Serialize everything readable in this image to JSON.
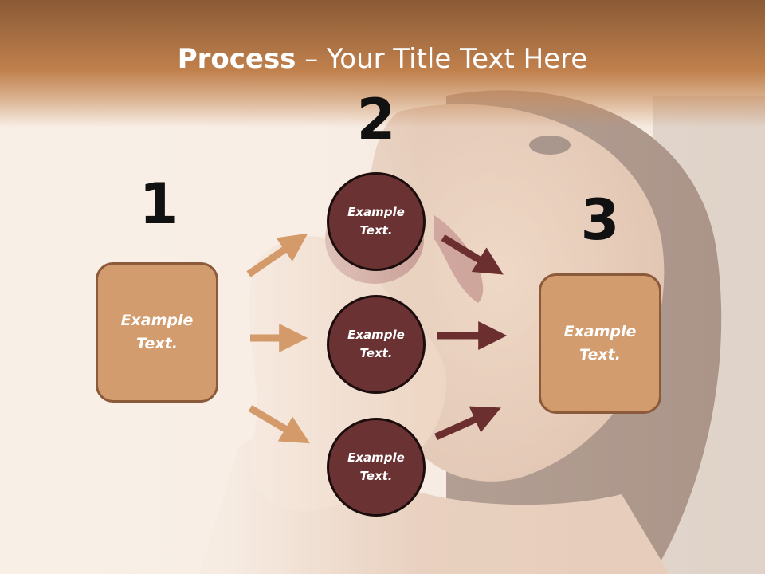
{
  "title": {
    "bold": "Process",
    "rest": " – Your Title Text Here"
  },
  "steps": [
    {
      "number": "1",
      "text": "Example\nText."
    },
    {
      "number": "2",
      "items": [
        "Example\nText.",
        "Example\nText.",
        "Example\nText."
      ]
    },
    {
      "number": "3",
      "text": "Example\nText."
    }
  ],
  "colors": {
    "box_fill": "#d39c6e",
    "box_border": "#8b5a3a",
    "circle_fill": "#6a3232",
    "arrow_left": "#d49a6a",
    "arrow_right": "#6b2f2f",
    "title_band": "#c0804c"
  }
}
